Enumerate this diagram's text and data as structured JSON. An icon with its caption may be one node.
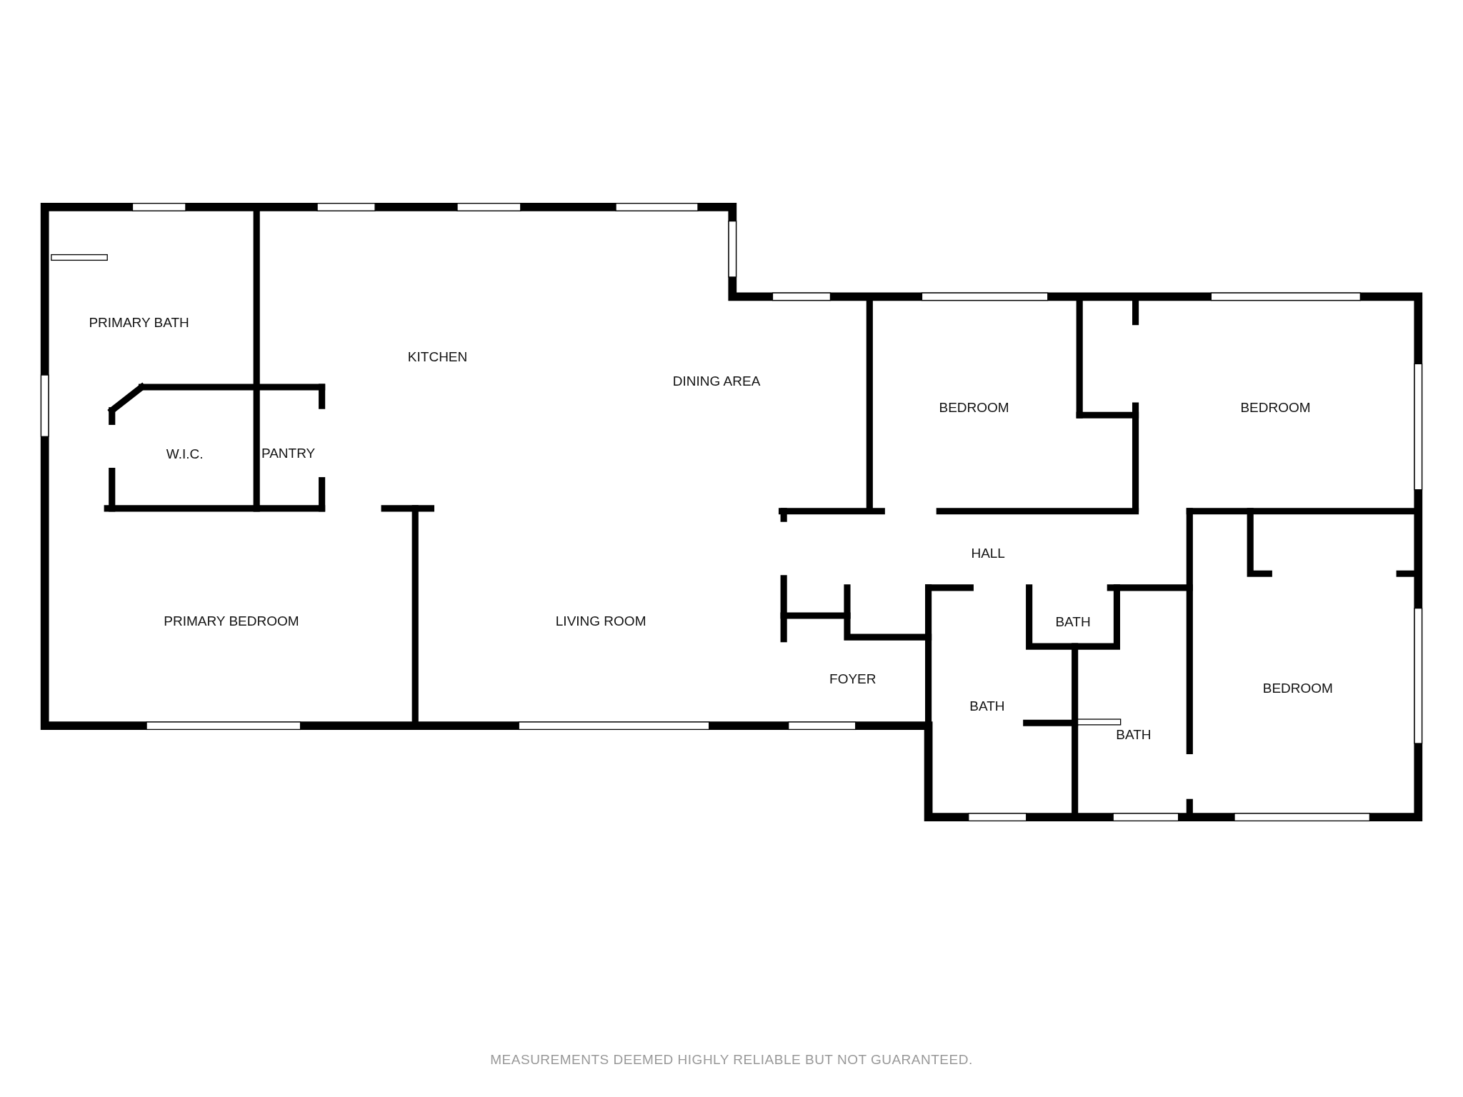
{
  "diagram": {
    "caption": "MEASUREMENTS DEEMED HIGHLY RELIABLE BUT NOT GUARANTEED.",
    "labels": [
      "PRIMARY BATH",
      "KITCHEN",
      "DINING AREA",
      "BEDROOM",
      "BEDROOM",
      "W.I.C.",
      "PANTRY",
      "HALL",
      "PRIMARY BEDROOM",
      "LIVING ROOM",
      "BATH",
      "FOYER",
      "BEDROOM",
      "BATH",
      "BATH"
    ]
  }
}
